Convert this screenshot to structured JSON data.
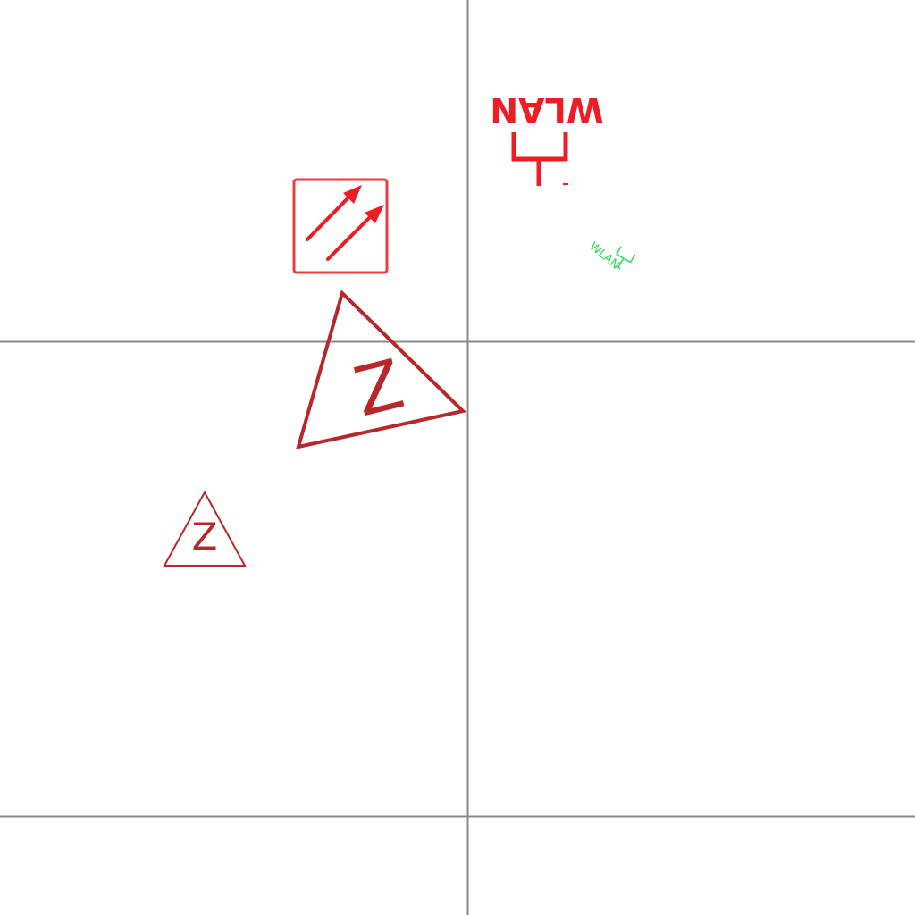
{
  "colors": {
    "background": "#ffffff",
    "grid_line": "#8a8a8a",
    "signal_red": "#ee1c24",
    "dark_red": "#b8282b",
    "wlan_green": "#22dd55"
  },
  "symbols": {
    "wlan_large": {
      "icon": "wlan-antenna-icon",
      "label": "WLAN",
      "orientation": "rotated-180"
    },
    "wlan_small": {
      "icon": "wlan-antenna-icon",
      "label": "WLAN",
      "orientation": "rotated"
    },
    "double_arrow_box": {
      "icon": "double-arrow-icon"
    },
    "z_triangle_large": {
      "icon": "warning-triangle-icon",
      "label": "Z",
      "orientation": "rotated"
    },
    "z_triangle_small": {
      "icon": "warning-triangle-icon",
      "label": "Z"
    }
  }
}
